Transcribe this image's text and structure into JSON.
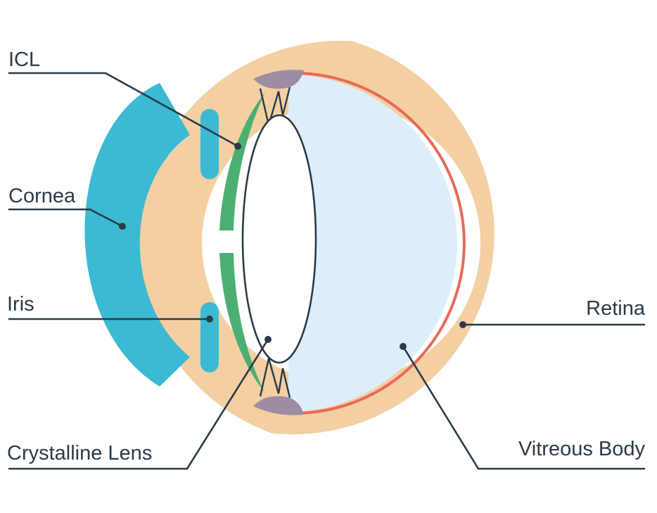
{
  "labels": {
    "icl": "ICL",
    "cornea": "Cornea",
    "iris": "Iris",
    "crystalline_lens": "Crystalline Lens",
    "retina": "Retina",
    "vitreous_body": "Vitreous Body"
  },
  "colors": {
    "sclera": "#f3cfa2",
    "cornea": "#3cb9d3",
    "iris": "#3cb9d3",
    "icl": "#4caf72",
    "retina": "#e76a58",
    "vitreous": "#ddeefa",
    "ciliary": "#9d8da3",
    "line": "#2b3a48"
  }
}
